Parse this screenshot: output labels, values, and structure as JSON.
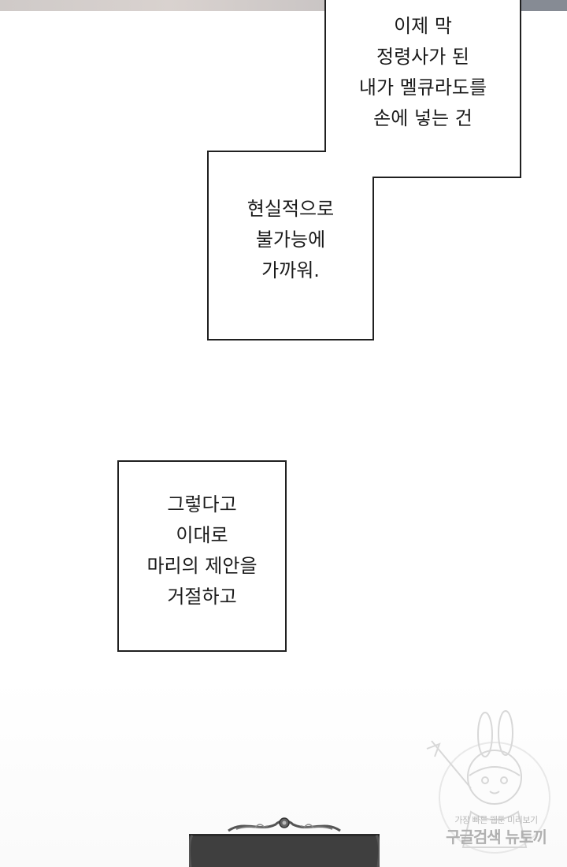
{
  "bubbles": {
    "first": {
      "lines": [
        "이제 막",
        "정령사가 된",
        "내가 멜큐라도를",
        "손에 넣는 건"
      ]
    },
    "second": {
      "lines": [
        "현실적으로",
        "불가능에",
        "가까워."
      ]
    },
    "third": {
      "lines": [
        "그렇다고",
        "이대로",
        "마리의 제안을",
        "거절하고"
      ]
    }
  },
  "watermark": {
    "tagline": "가장 빠른 웹툰 미리보기",
    "brand": "구글검색 뉴토끼"
  },
  "colors": {
    "border": "#202020",
    "background": "#ffffff",
    "panel_dark": "#3f3f3f"
  }
}
